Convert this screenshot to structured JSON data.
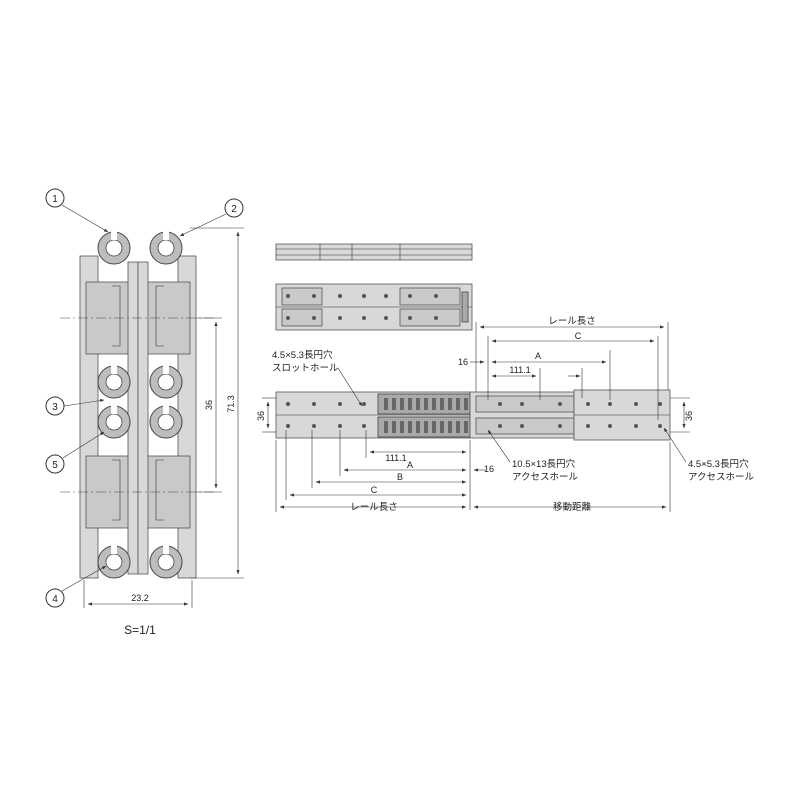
{
  "callouts": [
    "1",
    "2",
    "3",
    "5",
    "4"
  ],
  "section": {
    "height": "71.3",
    "inner": "36",
    "width": "23.2",
    "scale": "S=1/1"
  },
  "plan": {
    "slot_note_1": "4.5×5.3長円穴",
    "slot_note_2": "スロットホール",
    "access_note_1": "10.5×13長円穴",
    "access_note_2": "アクセスホール",
    "access_right_1": "4.5×5.3長円穴",
    "access_right_2": "アクセスホール",
    "rail_length": "レール長さ",
    "travel": "移動距離",
    "dim_C": "C",
    "dim_B": "B",
    "dim_A": "A",
    "dim_16": "16",
    "dim_1111": "111.1",
    "dim_36": "36"
  },
  "colors": {
    "rail": "#c9c9c9",
    "dark": "#a9a9a9",
    "line": "#333333"
  }
}
